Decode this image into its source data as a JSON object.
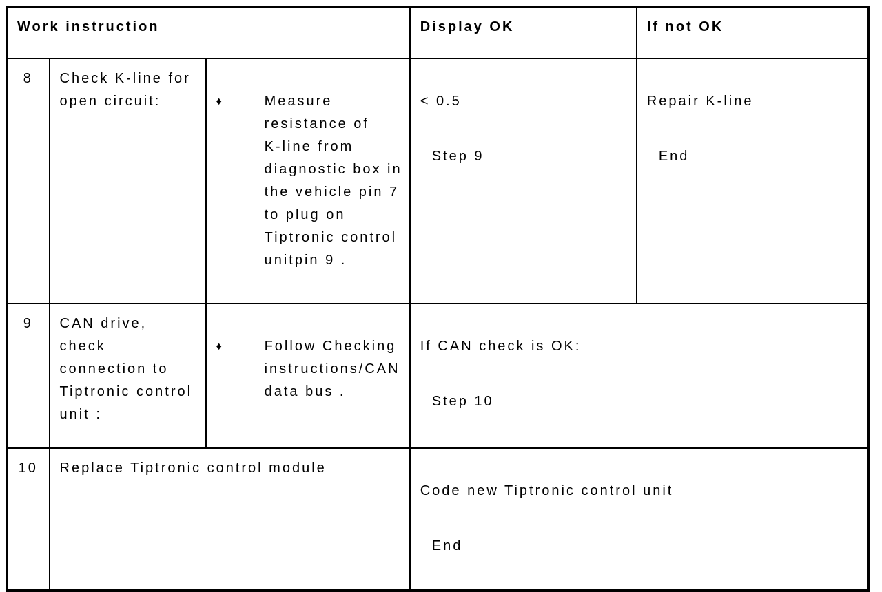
{
  "colors": {
    "background": "#ffffff",
    "text": "#000000",
    "border": "#000000"
  },
  "table": {
    "header": {
      "work_instruction": "Work instruction",
      "display_ok": "Display OK",
      "if_not_ok": "If not OK"
    },
    "rows": {
      "step8": {
        "number": "8",
        "task": "Check K-line for\nopen circuit:",
        "bullet_glyph": "♦",
        "instruction": "Measure\nresistance of\nK-line from\ndiagnostic box in\nthe vehicle pin 7\nto plug on\nTiptronic control\nunitpin 9 .",
        "display_ok_value": "< 0.5",
        "display_ok_next": "Step 9",
        "if_not_ok_action": "Repair K-line",
        "if_not_ok_next": "End"
      },
      "step9": {
        "number": "9",
        "task": "CAN drive,\ncheck\nconnection to\nTiptronic control\nunit :",
        "bullet_glyph": "♦",
        "instruction": "Follow Checking\ninstructions/CAN\ndata bus .",
        "result_condition": "If CAN check is OK:",
        "result_next": "Step 10"
      },
      "step10": {
        "number": "10",
        "task": "Replace Tiptronic control module",
        "result_action": "Code new Tiptronic control unit",
        "result_next": "End"
      }
    }
  }
}
